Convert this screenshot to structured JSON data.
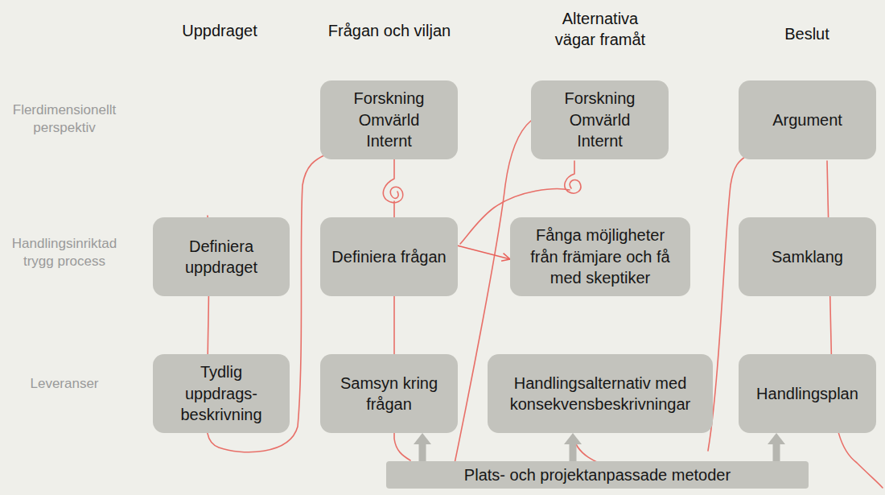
{
  "diagram": {
    "nodes": [
      {
        "text": [
          "Forskning Omvärld Internt"
        ]
      },
      {
        "text": [
          "Forskning Omvärld Internt"
        ]
      },
      {
        "text": [
          "Argument"
        ]
      },
      {
        "text": [
          "Definiera uppdraget"
        ]
      },
      {
        "text": [
          "Definiera frågan"
        ]
      },
      {
        "text": [
          "Fånga möjligheter från främjare och få med skeptiker"
        ]
      },
      {
        "text": [
          "Samklang"
        ]
      },
      {
        "text": [
          "Tydlig uppdrags- beskrivning"
        ]
      },
      {
        "text": [
          "Samsyn kring frågan"
        ]
      },
      {
        "text": [
          "Handlingsalternativ med konsekvensbeskrivningar"
        ]
      },
      {
        "text": [
          "Handlingsplan"
        ]
      },
      {
        "text": [
          "Plats- och projektanpassade metoder"
        ]
      }
    ],
    "edges": [
      {
        "from": 4,
        "to": 5,
        "arrow": "to"
      },
      {
        "from": 11,
        "to": 8,
        "arrow": "to"
      },
      {
        "from": 11,
        "to": 9,
        "arrow": "to"
      },
      {
        "from": 11,
        "to": 10,
        "arrow": "to"
      }
    ],
    "labels": [
      "Uppdraget",
      "Frågan och viljan",
      "Alternativa vägar framåt",
      "Beslut",
      "Flerdimensionellt perspektiv",
      "Handlingsinriktad trygg process",
      "Leveranser"
    ]
  }
}
